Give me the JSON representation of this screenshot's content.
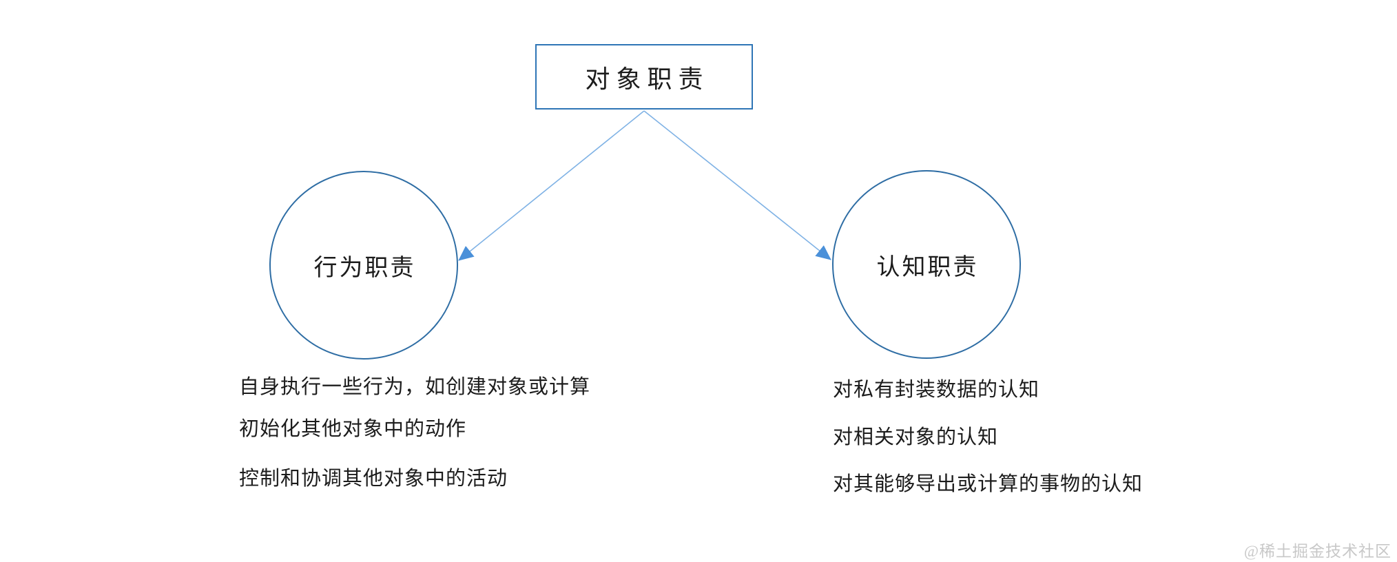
{
  "title_node": {
    "label": "对象职责"
  },
  "branches": [
    {
      "id": "behavior",
      "label": "行为职责",
      "points": [
        "自身执行一些行为，如创建对象或计算",
        "初始化其他对象中的动作",
        "控制和协调其他对象中的活动"
      ]
    },
    {
      "id": "cognition",
      "label": "认知职责",
      "points": [
        "对私有封装数据的认知",
        "对相关对象的认知",
        "对其能够导出或计算的事物的认知"
      ]
    }
  ],
  "watermark": "@稀土掘金技术社区",
  "colors": {
    "box_border": "#2e75b6",
    "circle_border": "#2e6da4",
    "arrow_line": "#7fb2e5",
    "arrow_head": "#4a90d9",
    "text": "#1c1c1c",
    "watermark": "#c8c8c8",
    "bg": "#ffffff"
  }
}
